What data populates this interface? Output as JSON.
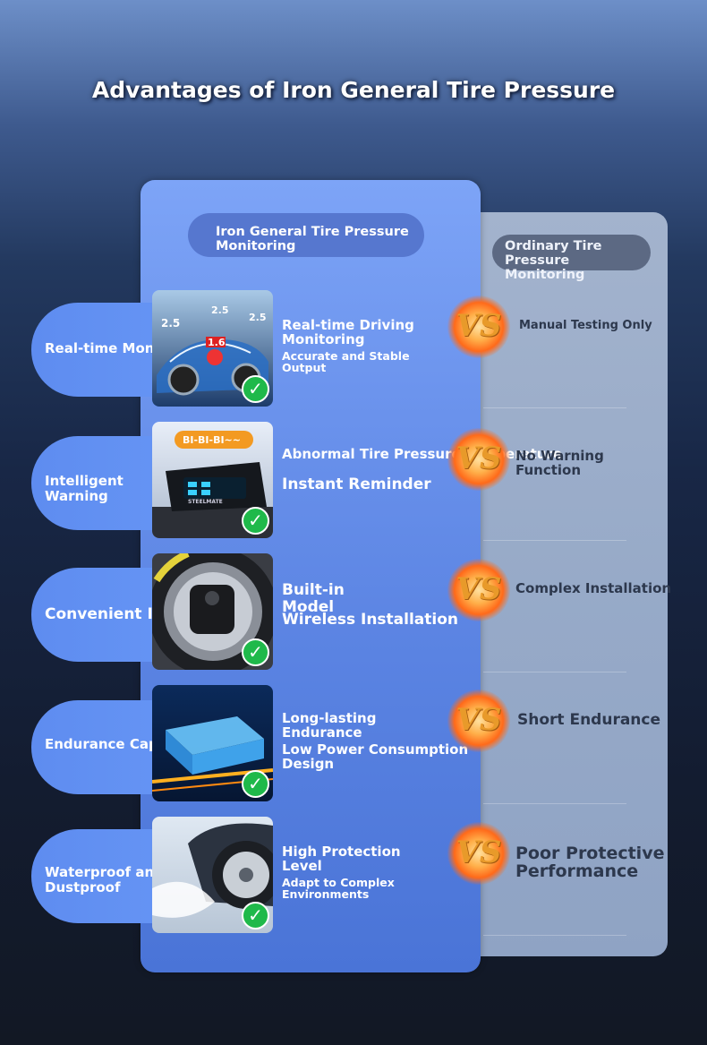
{
  "title": "Advantages of Iron General Tire Pressure",
  "main_header": "Iron General Tire Pressure\nMonitoring",
  "right_header": "Ordinary Tire Pressure\nMonitoring",
  "vs_label": "VS",
  "check_glyph": "✓",
  "rows": [
    {
      "category": "Real-time Monitoring",
      "feature_lines": [
        "Real-time Driving\n Monitoring",
        " Accurate and Stable\n  Output"
      ],
      "ordinary": "Manual Testing Only",
      "thumb_labels": [
        "2.5",
        "2.5",
        "2.5",
        "1.6"
      ]
    },
    {
      "category": "Intelligent\n Warning",
      "feature_lines": [
        "Abnormal Tire Pressure/Temperature",
        "Instant Reminder"
      ],
      "ordinary": "No Warning\n Function",
      "thumb_labels": [
        "BI-BI-BI~~",
        "STEELMATE"
      ]
    },
    {
      "category": "Convenient Installation",
      "feature_lines": [
        "Built-in\n Model",
        "Wireless Installation"
      ],
      "ordinary": "Complex Installation"
    },
    {
      "category": "Endurance Capability",
      "feature_lines": [
        "Long-lasting\n Endurance",
        " Low Power Consumption\n  Design"
      ],
      "ordinary": "Short Endurance"
    },
    {
      "category": "Waterproof and\n Dustproof",
      "feature_lines": [
        "High Protection\n Level",
        "Adapt to Complex\n Environments"
      ],
      "ordinary": "Poor Protective\n Performance"
    }
  ]
}
